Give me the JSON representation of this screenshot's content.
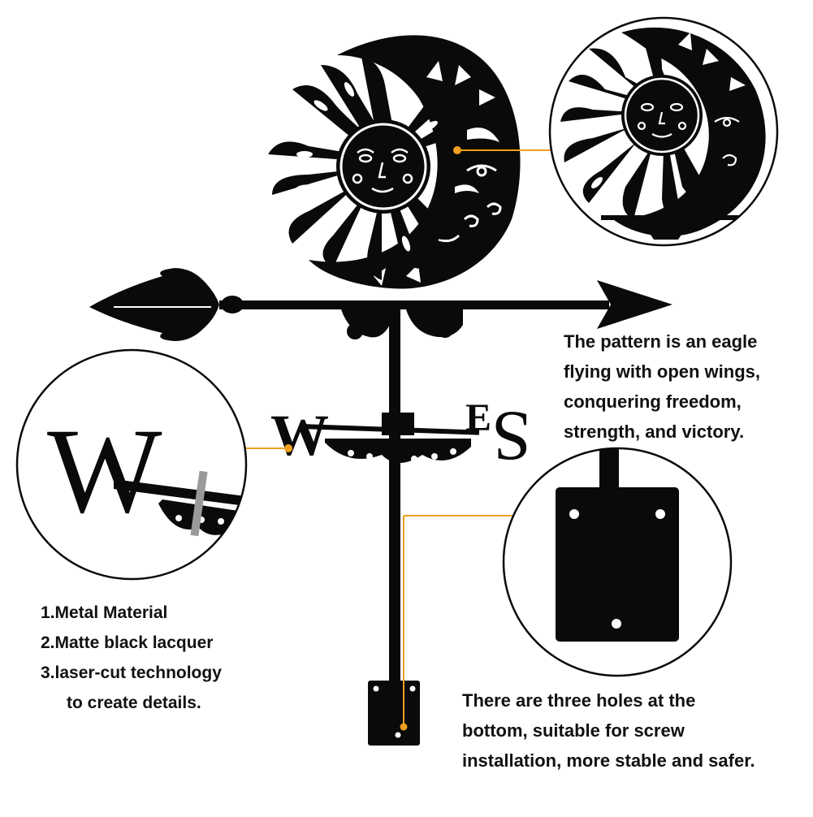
{
  "compass": {
    "west": "W",
    "east": "E",
    "south": "S"
  },
  "zoom_letter": "W",
  "description": {
    "lines": [
      "The pattern is an eagle",
      "flying with open wings,",
      "conquering freedom,",
      "strength, and victory."
    ]
  },
  "features": [
    "1.Metal Material",
    "2.Matte black lacquer",
    "3.laser-cut technology",
    "to create details."
  ],
  "holes_note": {
    "lines": [
      "There are three holes at the",
      "bottom, suitable for screw",
      "installation, more stable and safer."
    ]
  },
  "colors": {
    "metal": "#0a0a0a",
    "callout": "#f0a020",
    "background": "#ffffff"
  }
}
